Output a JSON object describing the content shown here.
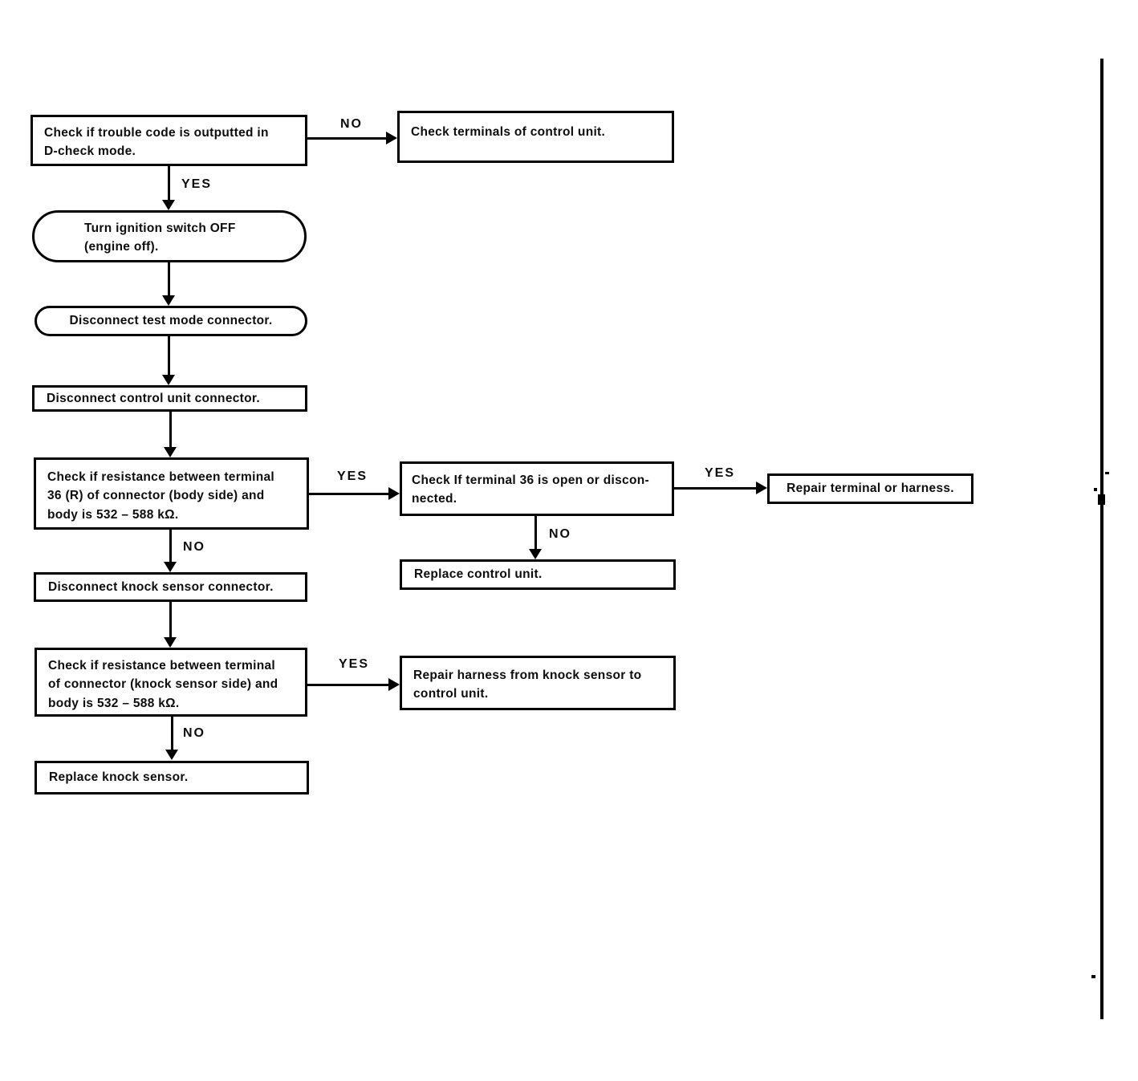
{
  "page": {
    "background_color": "#ffffff",
    "ink_color": "#000000"
  },
  "flowchart": {
    "nodes": {
      "check_trouble_code": {
        "shape": "rect",
        "lines": [
          "Check if trouble code is outputted in",
          "D-check mode."
        ]
      },
      "check_terminals": {
        "shape": "rect",
        "lines": [
          "Check terminals of control unit."
        ]
      },
      "turn_ignition_off": {
        "shape": "terminator",
        "lines": [
          "Turn ignition switch OFF",
          "(engine off)."
        ]
      },
      "disconnect_test_mode": {
        "shape": "terminator",
        "lines": [
          "Disconnect test mode connector."
        ]
      },
      "disconnect_control_unit": {
        "shape": "rect",
        "lines": [
          "Disconnect control unit connector."
        ]
      },
      "check_resistance_body_side": {
        "shape": "rect",
        "lines": [
          "Check if resistance between terminal",
          "36 (R) of connector (body side) and",
          "body is 532 – 588 kΩ."
        ]
      },
      "check_terminal_36_open": {
        "shape": "rect",
        "lines": [
          "Check If terminal 36 is open or discon-",
          "nected."
        ]
      },
      "repair_terminal_or_harness": {
        "shape": "rect",
        "lines": [
          "Repair terminal or harness."
        ]
      },
      "replace_control_unit": {
        "shape": "rect",
        "lines": [
          "Replace control unit."
        ]
      },
      "disconnect_knock_sensor": {
        "shape": "rect",
        "lines": [
          "Disconnect knock sensor connector."
        ]
      },
      "check_resistance_sensor_side": {
        "shape": "rect",
        "lines": [
          "Check if resistance between terminal",
          "of connector (knock sensor side) and",
          "body is 532 – 588 kΩ."
        ]
      },
      "repair_harness_knock_sensor": {
        "shape": "rect",
        "lines": [
          "Repair harness from knock sensor to",
          "control unit."
        ]
      },
      "replace_knock_sensor": {
        "shape": "rect",
        "lines": [
          "Replace knock sensor."
        ]
      }
    },
    "edge_labels": {
      "yes": "YES",
      "no": "NO"
    }
  }
}
